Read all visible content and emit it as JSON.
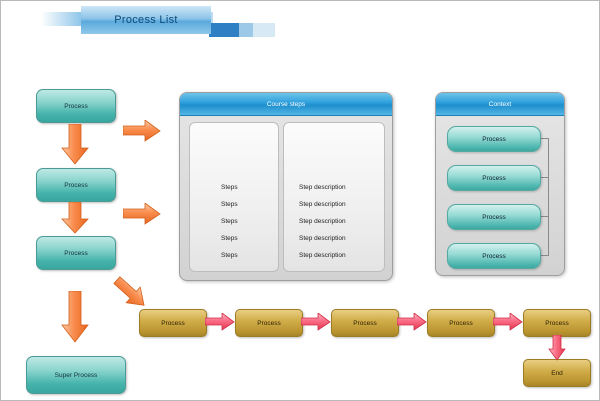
{
  "title": "Process List",
  "left_column": {
    "nodes": [
      {
        "label": "Process"
      },
      {
        "label": "Process"
      },
      {
        "label": "Process"
      },
      {
        "label": "Super Process"
      }
    ]
  },
  "course_steps_panel": {
    "header": "Course steps",
    "steps_column": [
      "Steps",
      "Steps",
      "Steps",
      "Steps",
      "Steps"
    ],
    "description_column": [
      "Step description",
      "Step description",
      "Step description",
      "Step description",
      "Step description"
    ]
  },
  "context_panel": {
    "header": "Context",
    "nodes": [
      "Process",
      "Process",
      "Process",
      "Process"
    ]
  },
  "bottom_chain": {
    "nodes": [
      "Process",
      "Process",
      "Process",
      "Process",
      "Process"
    ],
    "end_label": "End"
  },
  "colors": {
    "title_text": "#0a4a7a",
    "header_blue": "#2d9fdc",
    "teal": "#45b3ab",
    "gold": "#c9a53d",
    "arrow_orange": "#f4722b",
    "arrow_pink": "#ef3f5e"
  }
}
